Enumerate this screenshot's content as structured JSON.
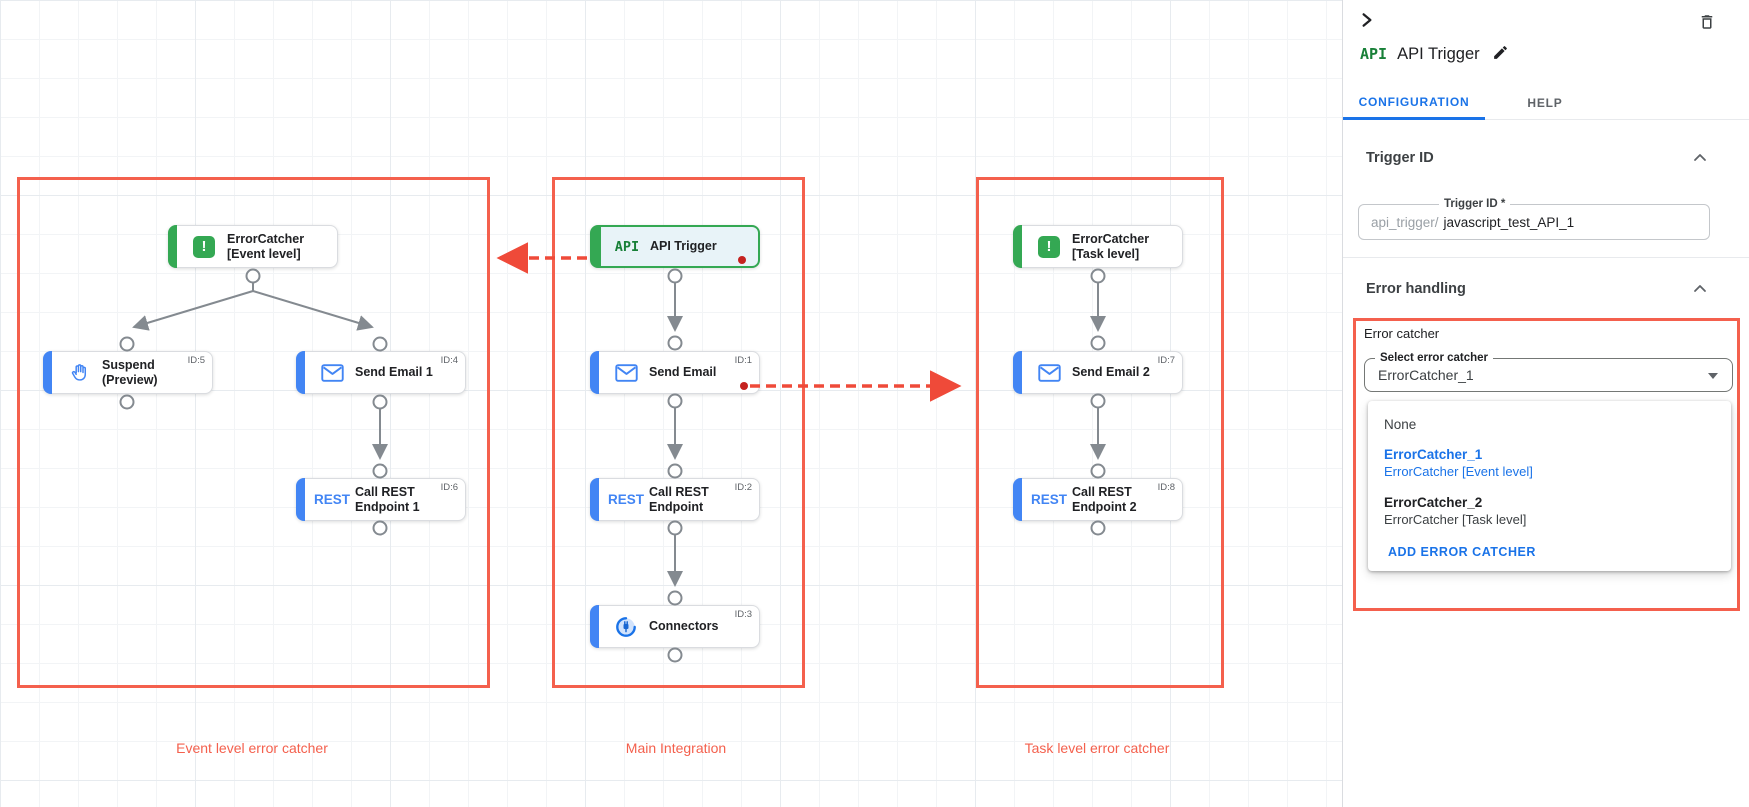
{
  "panel": {
    "title": "API Trigger",
    "title_icon": "API",
    "tabs": {
      "configuration": "CONFIGURATION",
      "help": "HELP"
    },
    "sections": {
      "trigger_id": {
        "heading": "Trigger ID",
        "field_label": "Trigger ID *",
        "field_prefix": "api_trigger/",
        "field_value": "javascript_test_API_1"
      },
      "error_handling": {
        "heading": "Error handling",
        "group_label": "Error catcher",
        "select_label": "Select error catcher",
        "select_value": "ErrorCatcher_1",
        "dropdown": {
          "none_option": "None",
          "options": [
            {
              "name": "ErrorCatcher_1",
              "detail": "ErrorCatcher [Event level]",
              "selected": true
            },
            {
              "name": "ErrorCatcher_2",
              "detail": "ErrorCatcher [Task level]",
              "selected": false
            }
          ],
          "add_button": "ADD ERROR CATCHER"
        }
      }
    }
  },
  "canvas": {
    "group_labels": [
      {
        "name": "event-level-group-label",
        "text": "Event level error catcher"
      },
      {
        "name": "main-integration-group-label",
        "text": "Main Integration"
      },
      {
        "name": "task-level-group-label",
        "text": "Task level error catcher"
      }
    ],
    "nodes": [
      {
        "name": "errorcatcher-event-node",
        "icon": "error-icon",
        "lines": [
          "ErrorCatcher",
          "[Event level]"
        ],
        "id_label": "",
        "variant": "green"
      },
      {
        "name": "suspend-node",
        "icon": "hand-icon",
        "lines": [
          "Suspend",
          "(Preview)"
        ],
        "id_label": "ID:5",
        "variant": "blue"
      },
      {
        "name": "send-email-1-node",
        "icon": "email-icon",
        "lines": [
          "Send Email 1"
        ],
        "id_label": "ID:4",
        "variant": "blue"
      },
      {
        "name": "call-rest-endpoint-1-node",
        "icon": "rest-icon",
        "icon_text": "REST",
        "lines": [
          "Call REST",
          "Endpoint 1"
        ],
        "id_label": "ID:6",
        "variant": "blue"
      },
      {
        "name": "api-trigger-node",
        "icon": "api-icon",
        "icon_text": "API",
        "lines": [
          "API Trigger"
        ],
        "id_label": "",
        "variant": "trigger"
      },
      {
        "name": "send-email-node",
        "icon": "email-icon",
        "lines": [
          "Send Email"
        ],
        "id_label": "ID:1",
        "variant": "blue"
      },
      {
        "name": "call-rest-endpoint-node",
        "icon": "rest-icon",
        "icon_text": "REST",
        "lines": [
          "Call REST",
          "Endpoint"
        ],
        "id_label": "ID:2",
        "variant": "blue"
      },
      {
        "name": "connectors-node",
        "icon": "connectors-icon",
        "lines": [
          "Connectors"
        ],
        "id_label": "ID:3",
        "variant": "blue"
      },
      {
        "name": "errorcatcher-task-node",
        "icon": "error-icon",
        "lines": [
          "ErrorCatcher",
          "[Task level]"
        ],
        "id_label": "",
        "variant": "green"
      },
      {
        "name": "send-email-2-node",
        "icon": "email-icon",
        "lines": [
          "Send Email 2"
        ],
        "id_label": "ID:7",
        "variant": "blue"
      },
      {
        "name": "call-rest-endpoint-2-node",
        "icon": "rest-icon",
        "icon_text": "REST",
        "lines": [
          "Call REST",
          "Endpoint 2"
        ],
        "id_label": "ID:8",
        "variant": "blue"
      }
    ],
    "colors": {
      "group_outline": "#f4604d",
      "error_arrow": "#ef4a39",
      "error_dot": "#c5221f",
      "trigger_green": "#34a853",
      "task_blue": "#4285f4"
    }
  }
}
